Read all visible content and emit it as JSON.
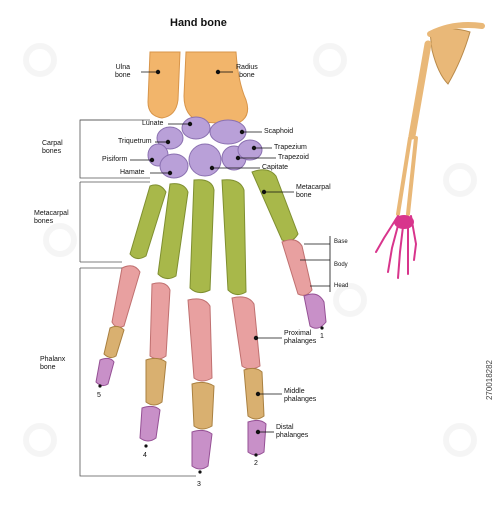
{
  "title": "Hand  bone",
  "labels": {
    "ulna": "Ulna\nbone",
    "radius": "Radius\nbone",
    "lunate": "Lunate",
    "scaphoid": "Scaphoid",
    "triquetrum": "Triquetrum",
    "trapezium": "Trapezium",
    "pisiform": "Pisiform",
    "trapezoid": "Trapezoid",
    "hamate": "Hamate",
    "capitate": "Capitate",
    "metacarpal_bone": "Metacarpal\nbone",
    "base": "Base",
    "body": "Body",
    "head": "Head",
    "proximal": "Proximal\nphalanges",
    "middle": "Middle\nphalanges",
    "distal": "Distal\nphalanges",
    "carpal_bones": "Carpal\nbones",
    "metacarpal_bones": "Metacarpal\nbones",
    "phalanx_bone": "Phalanx\nbone"
  },
  "finger_numbers": [
    "1",
    "2",
    "3",
    "4",
    "5"
  ],
  "stock_id": "270018282",
  "colors": {
    "forearm": "#f2b56b",
    "carpal": "#b9a0d8",
    "metacarpal": "#a8b84a",
    "proximal": "#e8a0a0",
    "middle": "#d9b070",
    "distal": "#c890c8",
    "arm_hand": "#d8358c",
    "arm_bone": "#e9b878"
  }
}
